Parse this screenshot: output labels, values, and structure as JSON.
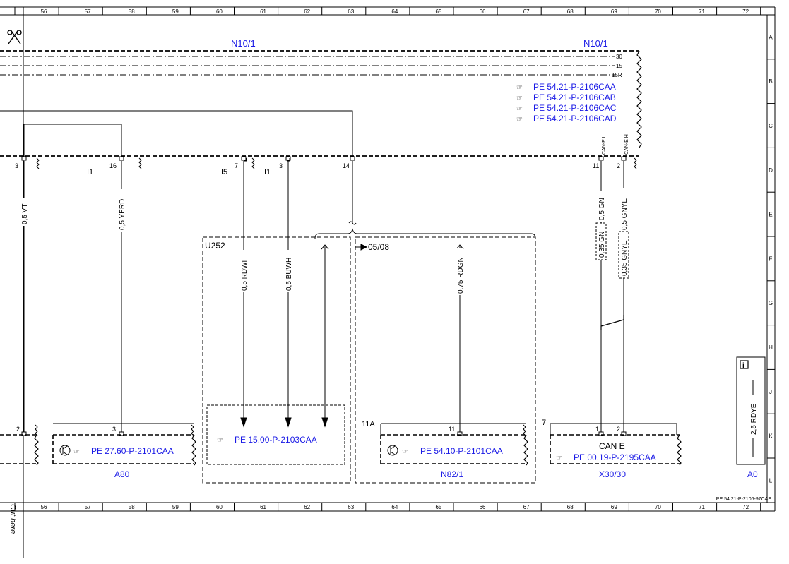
{
  "grid": {
    "columns": [
      "56",
      "57",
      "58",
      "59",
      "60",
      "61",
      "62",
      "63",
      "64",
      "65",
      "66",
      "67",
      "68",
      "69",
      "70",
      "71",
      "72"
    ],
    "rows": [
      "A",
      "B",
      "C",
      "D",
      "E",
      "F",
      "G",
      "H",
      "J",
      "K",
      "L"
    ]
  },
  "header": {
    "left_component": "N10/1",
    "right_component": "N10/1"
  },
  "bus_labels": {
    "b30": "30",
    "b15": "15",
    "b15r": "15R"
  },
  "references": {
    "top": [
      "PE 54.21-P-2106CAA",
      "PE 54.21-P-2106CAB",
      "PE 54.21-P-2106CAC",
      "PE 54.21-P-2106CAD"
    ],
    "a80": "PE 27.60-P-2101CAA",
    "u252": "PE 15.00-P-2103CAA",
    "n821": "PE 54.10-P-2101CAA",
    "x3030": "PE 00.19-P-2195CAA"
  },
  "pins": {
    "p3_left": "3",
    "p16": "16",
    "p7": "7",
    "p3_mid": "3",
    "p14": "14",
    "p11": "11",
    "p2": "2",
    "p2_bottom": "2",
    "p3_a80": "3",
    "p11_n821": "11",
    "p1_x30": "1",
    "p2_x30": "2"
  },
  "connectors": {
    "i1_left": "I1",
    "i5": "I5",
    "i1_mid": "I1",
    "can_l": "CAN-E L",
    "can_h": "CAN-E H"
  },
  "wires": {
    "w_vt": "0,5 VT",
    "w_yerd": "0,5 YERD",
    "w_rdwh": "0,5 RDWH",
    "w_buwh": "0,5 BUWH",
    "w_rdgn": "0,75 RDGN",
    "w_gn": "0,5 GN",
    "w_gnye": "0,5 GNYE",
    "w_gn2": "0,35 GN",
    "w_gnye2": "0,35 GNYE",
    "w_rdye": "2,5 RDYE"
  },
  "components": {
    "u252": "U252",
    "model_mark": "05/08",
    "a80": "A80",
    "n821": "N82/1",
    "x3030": "X30/30",
    "a0": "A0",
    "n821_pin": "11A",
    "x30_num": "7",
    "can_e": "CAN E"
  },
  "footer": {
    "doc_id": "PE 54.21-P-2106-97CAE",
    "cut_here": "Cut here"
  },
  "colors": {
    "reference_text": "#1a1ae6",
    "line": "#000000"
  }
}
